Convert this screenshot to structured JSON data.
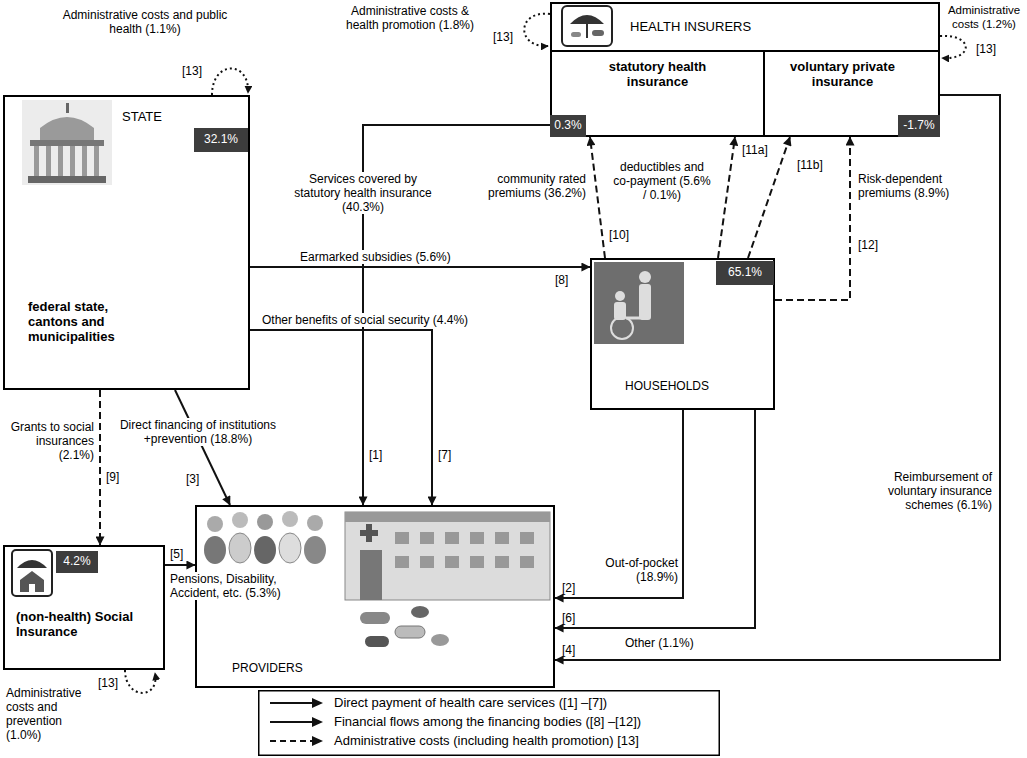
{
  "diagram": {
    "nodes": [
      {
        "text": [
          "HEALTH INSURERS"
        ]
      },
      {
        "text": [
          "statutory health insurance"
        ],
        "in": 0
      },
      {
        "text": [
          "0.3%"
        ],
        "in": 1
      },
      {
        "text": [
          "voluntary private insurance"
        ],
        "in": 0
      },
      {
        "text": [
          "-1.7%"
        ],
        "in": 3
      },
      {
        "text": [
          "STATE",
          "federal state, cantons and municipalities"
        ]
      },
      {
        "text": [
          "32.1%"
        ],
        "in": 5
      },
      {
        "text": [
          "HOUSEHOLDS"
        ]
      },
      {
        "text": [
          "65.1%"
        ],
        "in": 7
      },
      {
        "text": [
          "(non-health) Social Insurance"
        ]
      },
      {
        "text": [
          "4.2%"
        ],
        "in": 9
      },
      {
        "text": [
          "PROVIDERS"
        ]
      }
    ],
    "edges": [
      {
        "from": 1,
        "to": 11,
        "arrow": "to",
        "label": "Services covered by statutory health insurance (40.3%)"
      },
      {
        "from": 5,
        "to": 7,
        "arrow": "to",
        "label": "Earmarked subsidies (5.6%)"
      },
      {
        "from": 5,
        "to": 11,
        "arrow": "to",
        "label": "Other benefits of social security (4.4%)"
      },
      {
        "from": 5,
        "to": 9,
        "arrow": "to",
        "label": "Grants to social insurances (2.1%)"
      },
      {
        "from": 5,
        "to": 11,
        "arrow": "to",
        "label": "Direct financing of institutions +prevention (18.8%)"
      },
      {
        "from": 9,
        "to": 11,
        "arrow": "to",
        "label": "Pensions, Disability, Accident, etc. (5.3%)"
      },
      {
        "from": 7,
        "to": 1,
        "arrow": "to",
        "label": "community rated premiums (36.2%)"
      },
      {
        "from": 7,
        "to": 1,
        "arrow": "to",
        "label": "deductibles and co-payment (5.6% / 0.1%)"
      },
      {
        "from": 7,
        "to": 3,
        "arrow": "to"
      },
      {
        "from": 7,
        "to": 3,
        "arrow": "to",
        "label": "Risk-dependent premiums (8.9%)"
      },
      {
        "from": 7,
        "to": 11,
        "arrow": "to",
        "label": "Out-of-pocket (18.9%)"
      },
      {
        "from": 7,
        "to": 11,
        "arrow": "to",
        "label": "Other (1.1%)"
      },
      {
        "from": 3,
        "to": 11,
        "arrow": "to",
        "label": "Reimbursement of voluntary insurance schemes (6.1%)"
      }
    ],
    "labels": [
      "Administrative costs & health promotion (1.8%)",
      "[13]",
      "Administrative costs (1.2%)",
      "[13]",
      "Administrative costs and public health (1.1%)",
      "[13]",
      "[11a]",
      "[11b]",
      "[10]",
      "[12]",
      "[8]",
      "[1]",
      "[7]",
      "[9]",
      "[3]",
      "[2]",
      "[6]",
      "[4]",
      "[5]",
      "Administrative costs and prevention (1.0%)",
      "[13]"
    ],
    "legend": [
      {
        "text": "Direct payment of health care services ([1] –[7])"
      },
      {
        "text": "Financial flows among the financing bodies ([8] –[12])"
      },
      {
        "text": "Administrative costs (including health promotion) [13]"
      }
    ]
  }
}
